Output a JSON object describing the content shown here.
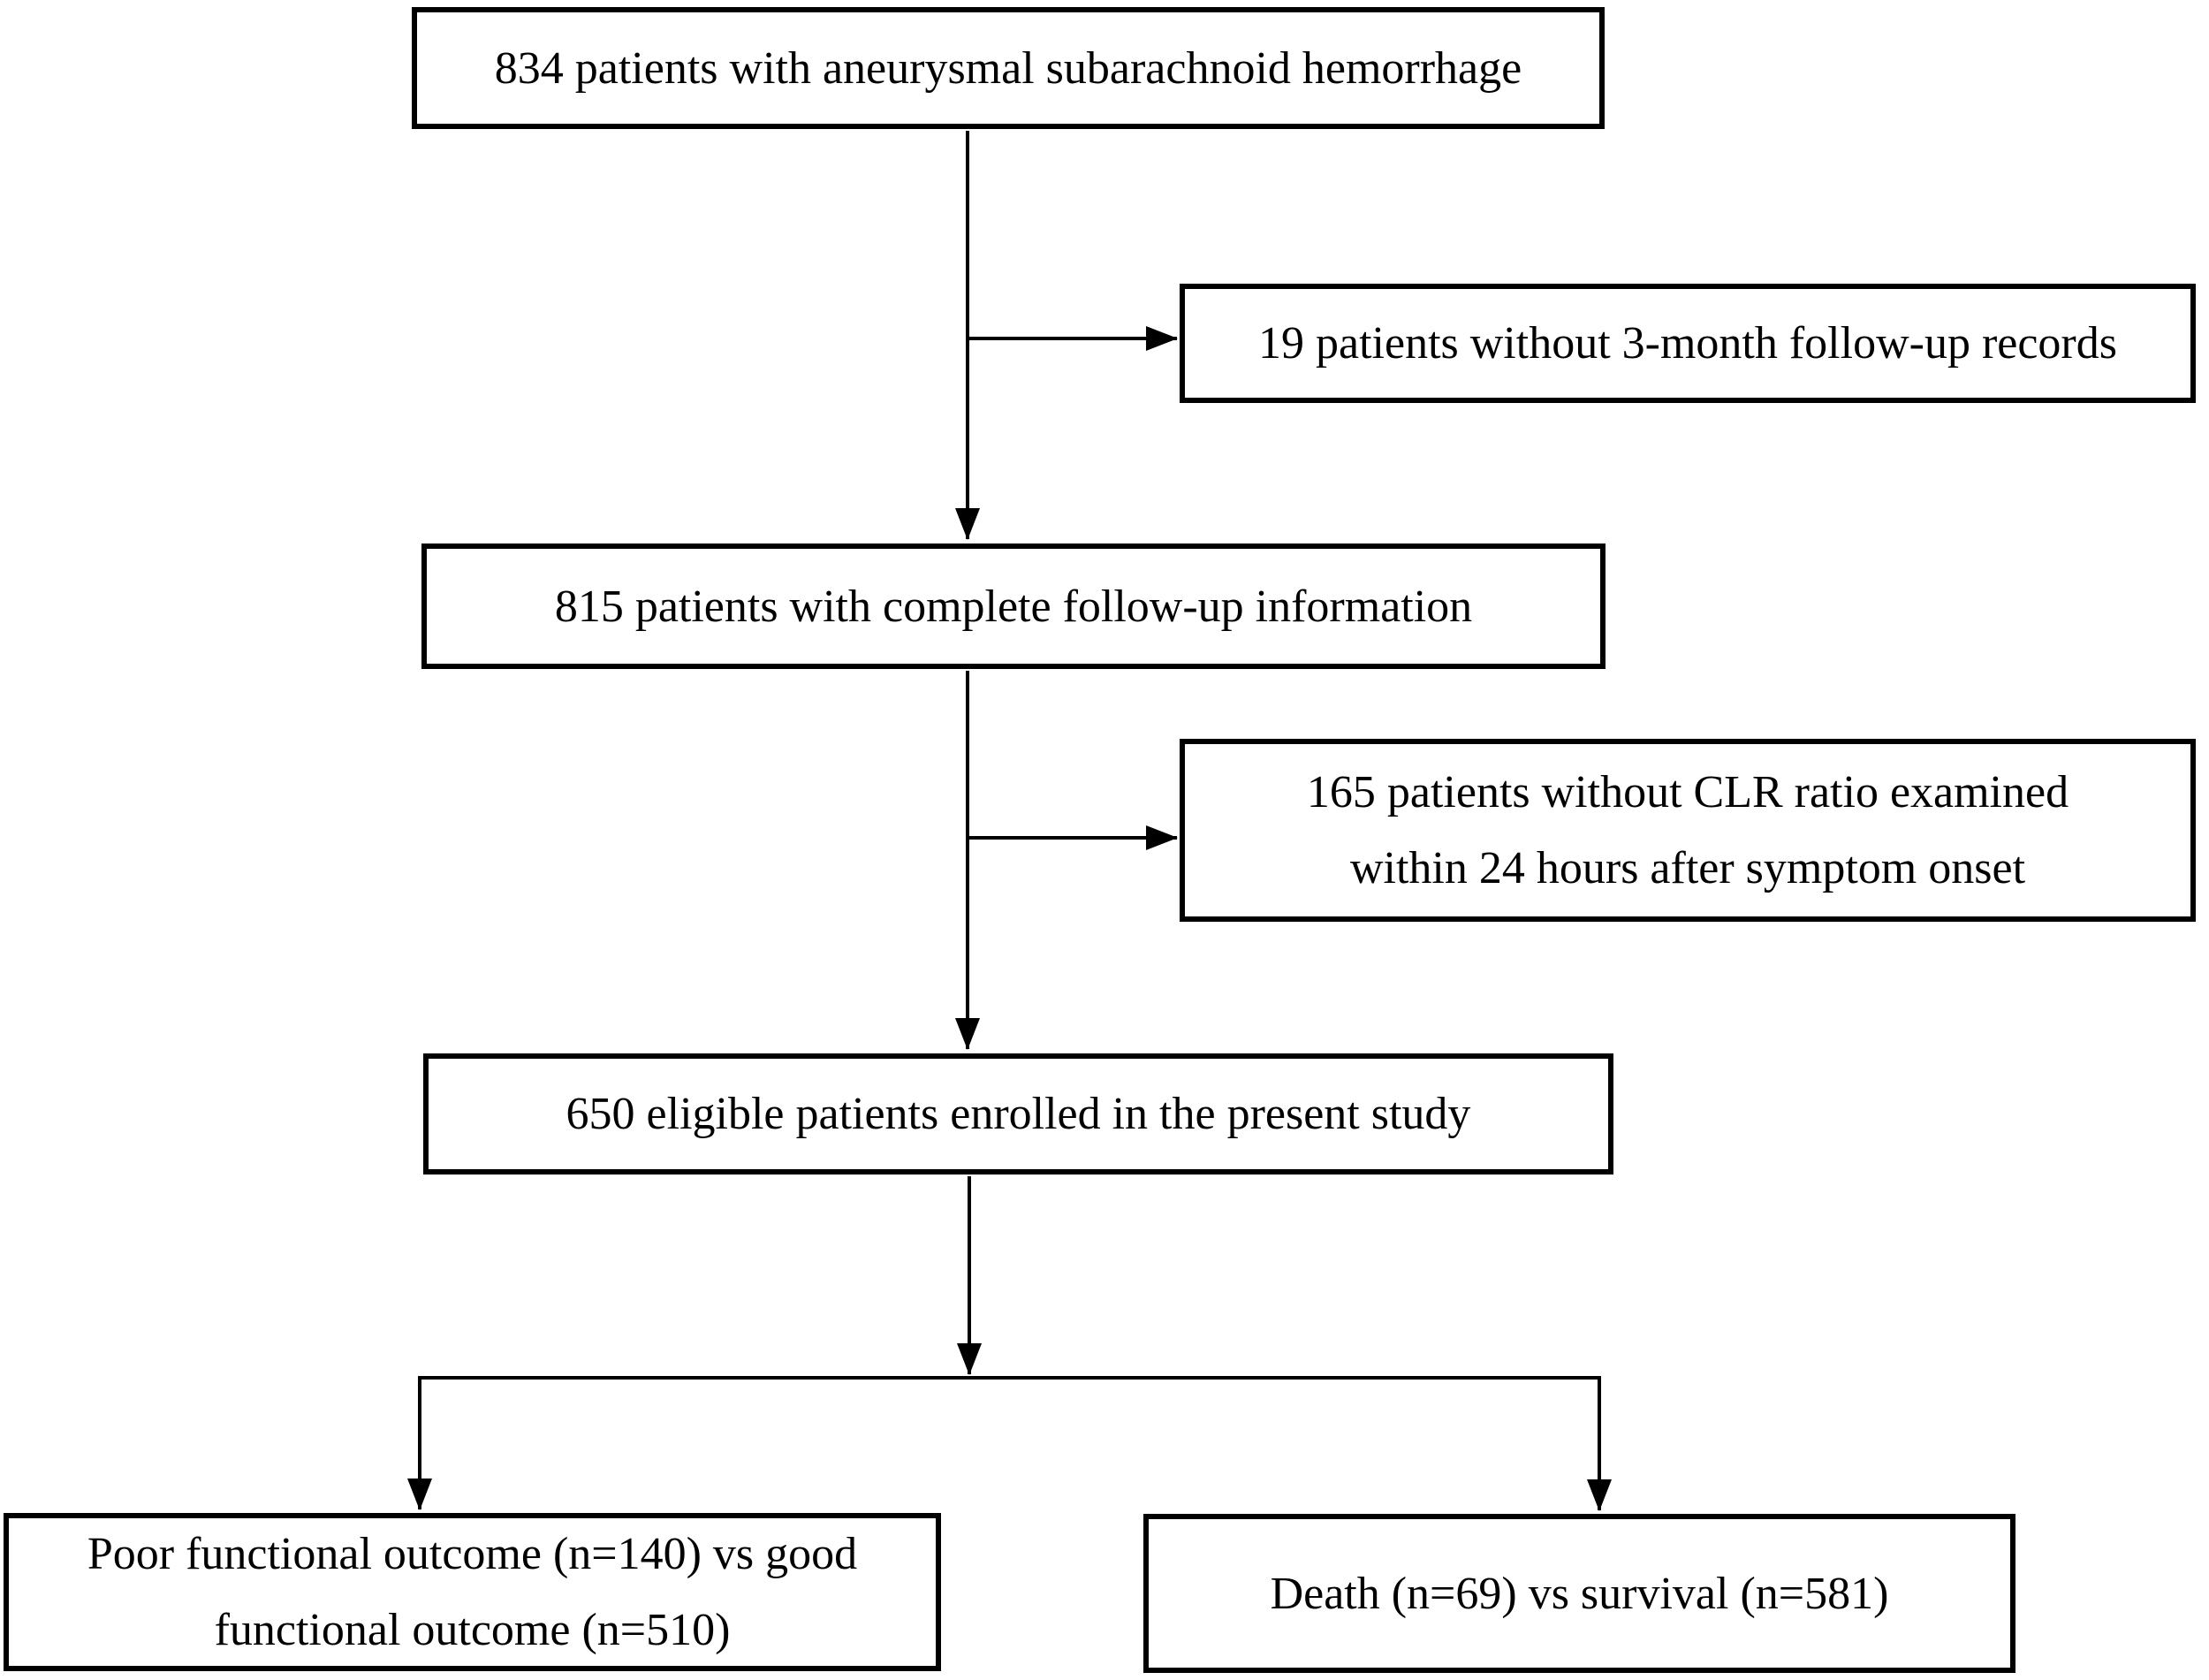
{
  "colors": {
    "background": "#ffffff",
    "box_border": "#000000",
    "text": "#000000",
    "connector": "#000000"
  },
  "diagram": {
    "type": "flowchart",
    "nodes": {
      "total": {
        "label": "834 patients with aneurysmal subarachnoid hemorrhage"
      },
      "excluded_no_followup": {
        "label": "19 patients without 3-month follow-up records"
      },
      "complete_followup": {
        "label": "815 patients with complete follow-up information"
      },
      "excluded_no_clr": {
        "lines": [
          "165 patients without CLR ratio examined",
          "within 24 hours after symptom onset"
        ]
      },
      "eligible": {
        "label": "650 eligible patients enrolled in the present study"
      },
      "functional_outcome": {
        "lines": [
          "Poor functional outcome (n=140) vs good",
          "functional outcome (n=510)"
        ]
      },
      "mortality_outcome": {
        "label": "Death (n=69) vs survival (n=581)"
      }
    },
    "edges": [
      {
        "from": "total",
        "to": "complete_followup"
      },
      {
        "from": "total",
        "to": "excluded_no_followup"
      },
      {
        "from": "complete_followup",
        "to": "eligible"
      },
      {
        "from": "complete_followup",
        "to": "excluded_no_clr"
      },
      {
        "from": "eligible",
        "to": "functional_outcome"
      },
      {
        "from": "eligible",
        "to": "mortality_outcome"
      }
    ]
  }
}
